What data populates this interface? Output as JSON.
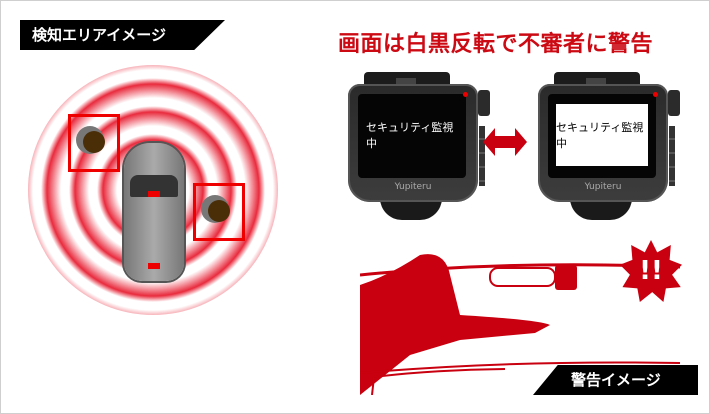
{
  "left_panel": {
    "tag_label": "検知エリアイメージ"
  },
  "right_panel": {
    "headline": "画面は白黒反転で不審者に警告",
    "camera_normal": {
      "screen_text": "セキュリティ監視中",
      "brand": "Yupiteru",
      "screen_bg": "#050505",
      "text_color": "#ffffff"
    },
    "camera_inverted": {
      "screen_text": "セキュリティ監視中",
      "brand": "Yupiteru",
      "screen_bg": "#ffffff",
      "text_color": "#000000"
    },
    "warning_symbol": "!!",
    "bottom_tag_label": "警告イメージ"
  },
  "colors": {
    "accent_red": "#cc0a14",
    "tag_bg": "#000000"
  }
}
